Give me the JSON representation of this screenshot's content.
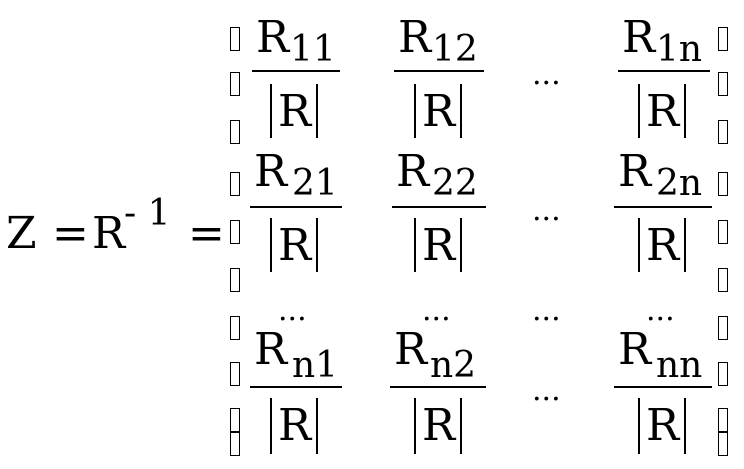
{
  "equation": {
    "lhs": {
      "var": "Z",
      "eq1": "=",
      "base": "R",
      "exponent": "- 1",
      "eq2": "="
    },
    "denominator": "R",
    "ellipsis": "...",
    "rows": [
      [
        {
          "num_base": "R",
          "num_sub": "11"
        },
        {
          "num_base": "R",
          "num_sub": "12"
        },
        {
          "ellipsis": "..."
        },
        {
          "num_base": "R",
          "num_sub": "1n"
        }
      ],
      [
        {
          "num_base": "R",
          "num_sub": "21"
        },
        {
          "num_base": "R",
          "num_sub": "22"
        },
        {
          "ellipsis": "..."
        },
        {
          "num_base": "R",
          "num_sub": "2n"
        }
      ],
      [
        {
          "ellipsis": "..."
        },
        {
          "ellipsis": "..."
        },
        {
          "ellipsis": "..."
        },
        {
          "ellipsis": "..."
        }
      ],
      [
        {
          "num_base": "R",
          "num_sub": "n1"
        },
        {
          "num_base": "R",
          "num_sub": "n2"
        },
        {
          "ellipsis": "..."
        },
        {
          "num_base": "R",
          "num_sub": "nn"
        }
      ]
    ],
    "bracket_glyph_icon": "missing-glyph-box-icon"
  }
}
